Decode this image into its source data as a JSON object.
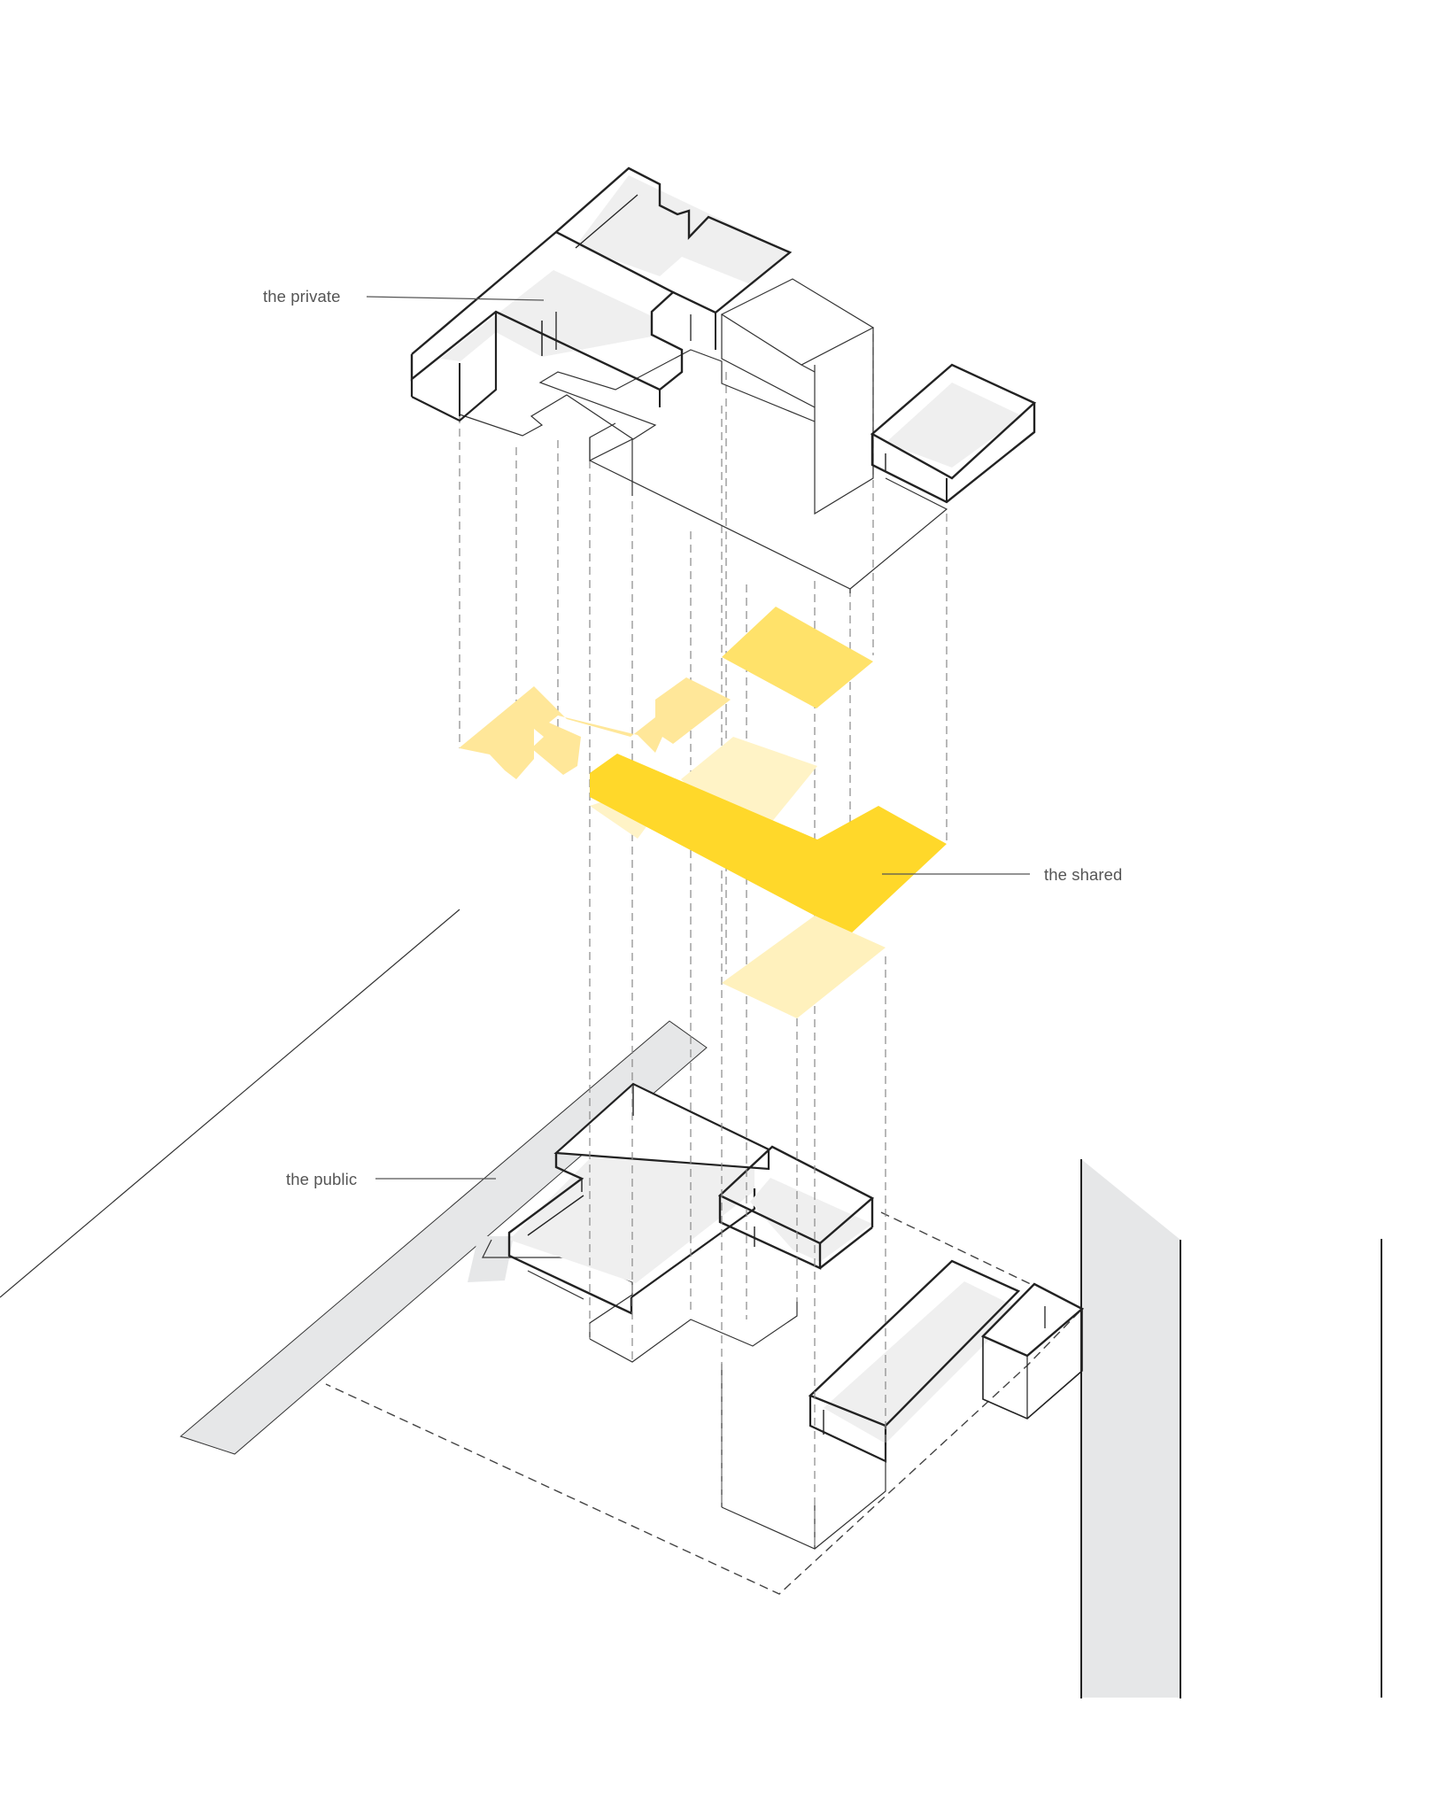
{
  "labels": {
    "private": "the private",
    "shared": "the shared",
    "public": "the public"
  },
  "colors": {
    "shared_strong": "#ffd700",
    "shared_medium": "#ffe26a",
    "shared_light": "#fff1bd",
    "floor_grey": "#efefef",
    "road_grey": "#e6e7e8",
    "outline": "#222222",
    "leader": "#555555",
    "dashed": "#777777"
  }
}
